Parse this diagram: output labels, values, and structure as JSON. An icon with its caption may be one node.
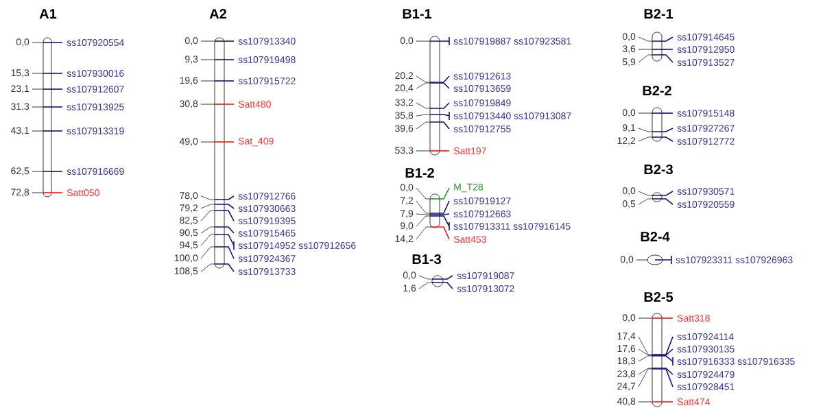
{
  "diagram": {
    "nodes": [
      {
        "text": [
          "A1"
        ],
        "beside": [
          "0,0",
          "ss107920554",
          "15,3",
          "ss107930016",
          "23,1",
          "ss107912607",
          "31,3",
          "ss107913925",
          "43,1",
          "ss107913319",
          "62,5",
          "ss107916669",
          "72,8",
          "Satt050"
        ]
      },
      {
        "text": [
          "A2"
        ],
        "beside": [
          "0,0",
          "ss107913340",
          "9,3",
          "ss107919498",
          "19,6",
          "ss107915722",
          "30,8",
          "Satt480",
          "49,0",
          "Sat_409",
          "78,0",
          "ss107912766",
          "79,2",
          "ss107930663",
          "82,5",
          "ss107919395",
          "90,5",
          "ss107915465",
          "94,5",
          "ss107914952 ss107912656",
          "100,0",
          "ss107924367",
          "108,5",
          "ss107913733"
        ]
      },
      {
        "text": [
          "B1-1"
        ],
        "beside": [
          "0,0",
          "ss107919887 ss107923581",
          "20,2",
          "ss107912613",
          "20,4",
          "ss107913659",
          "33,2",
          "ss107919849",
          "35,8",
          "ss107913440 ss107913087",
          "39,6",
          "ss107912755",
          "53,3",
          "Satt197"
        ]
      },
      {
        "text": [
          "B1-2"
        ],
        "beside": [
          "0,0",
          "M_T28",
          "7,2",
          "ss107919127",
          "7,9",
          "ss107912663",
          "9,0",
          "ss107913311 ss107916145",
          "14,2",
          "Satt453"
        ]
      },
      {
        "text": [
          "B1-3"
        ],
        "beside": [
          "0,0",
          "ss107919087",
          "1,6",
          "ss107913072"
        ]
      },
      {
        "text": [
          "B2-1"
        ],
        "beside": [
          "0,0",
          "ss107914645",
          "3,6",
          "ss107912950",
          "5,9",
          "ss107913527"
        ]
      },
      {
        "text": [
          "B2-2"
        ],
        "beside": [
          "0,0",
          "ss107915148",
          "9,1",
          "ss107927267",
          "12,2",
          "ss107912772"
        ]
      },
      {
        "text": [
          "B2-3"
        ],
        "beside": [
          "0,0",
          "ss107930571",
          "0,5",
          "ss107920559"
        ]
      },
      {
        "text": [
          "B2-4"
        ],
        "beside": [
          "0,0",
          "ss107923311 ss107926963"
        ]
      },
      {
        "text": [
          "B2-5"
        ],
        "beside": [
          "0,0",
          "Satt318",
          "17,4",
          "ss107924114",
          "17,6",
          "ss107930135",
          "18,3",
          "ss107916333 ss107916335",
          "23,8",
          "ss107924479",
          "24,7",
          "ss107928451",
          "40,8",
          "Satt474"
        ]
      }
    ]
  }
}
